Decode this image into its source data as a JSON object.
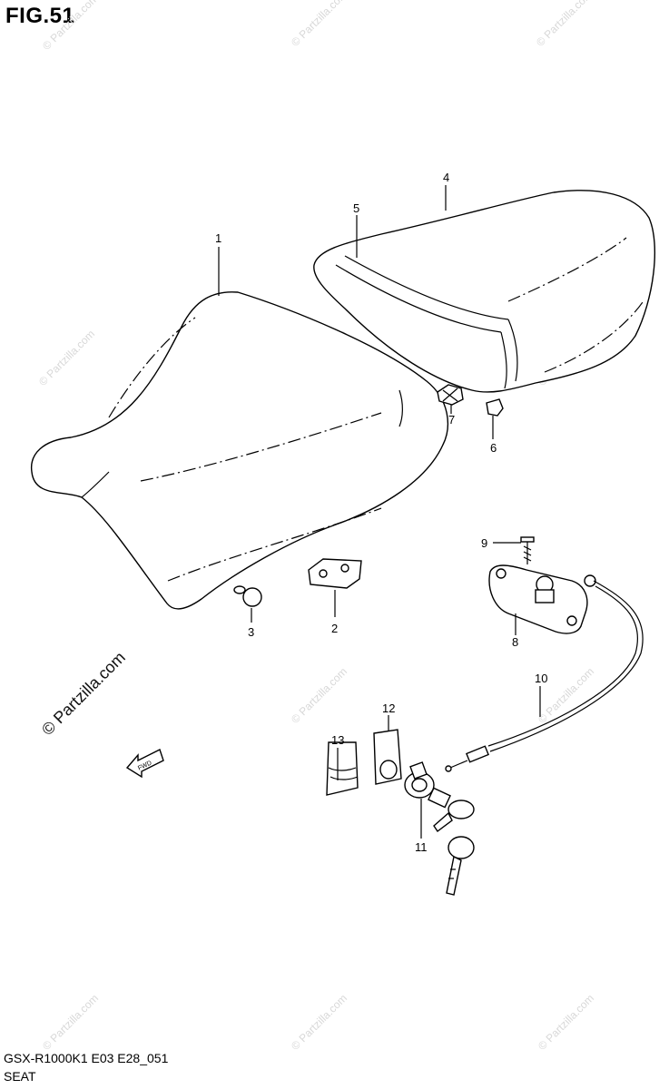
{
  "figure": {
    "title": "FIG.51"
  },
  "watermark": {
    "text": "© Partzilla.com"
  },
  "callouts": [
    "1",
    "2",
    "3",
    "4",
    "5",
    "6",
    "7",
    "8",
    "9",
    "10",
    "11",
    "12",
    "13"
  ],
  "fwd_label": "FWD",
  "footer": {
    "code": "GSX-R1000K1 E03 E28_051",
    "title": "SEAT"
  }
}
